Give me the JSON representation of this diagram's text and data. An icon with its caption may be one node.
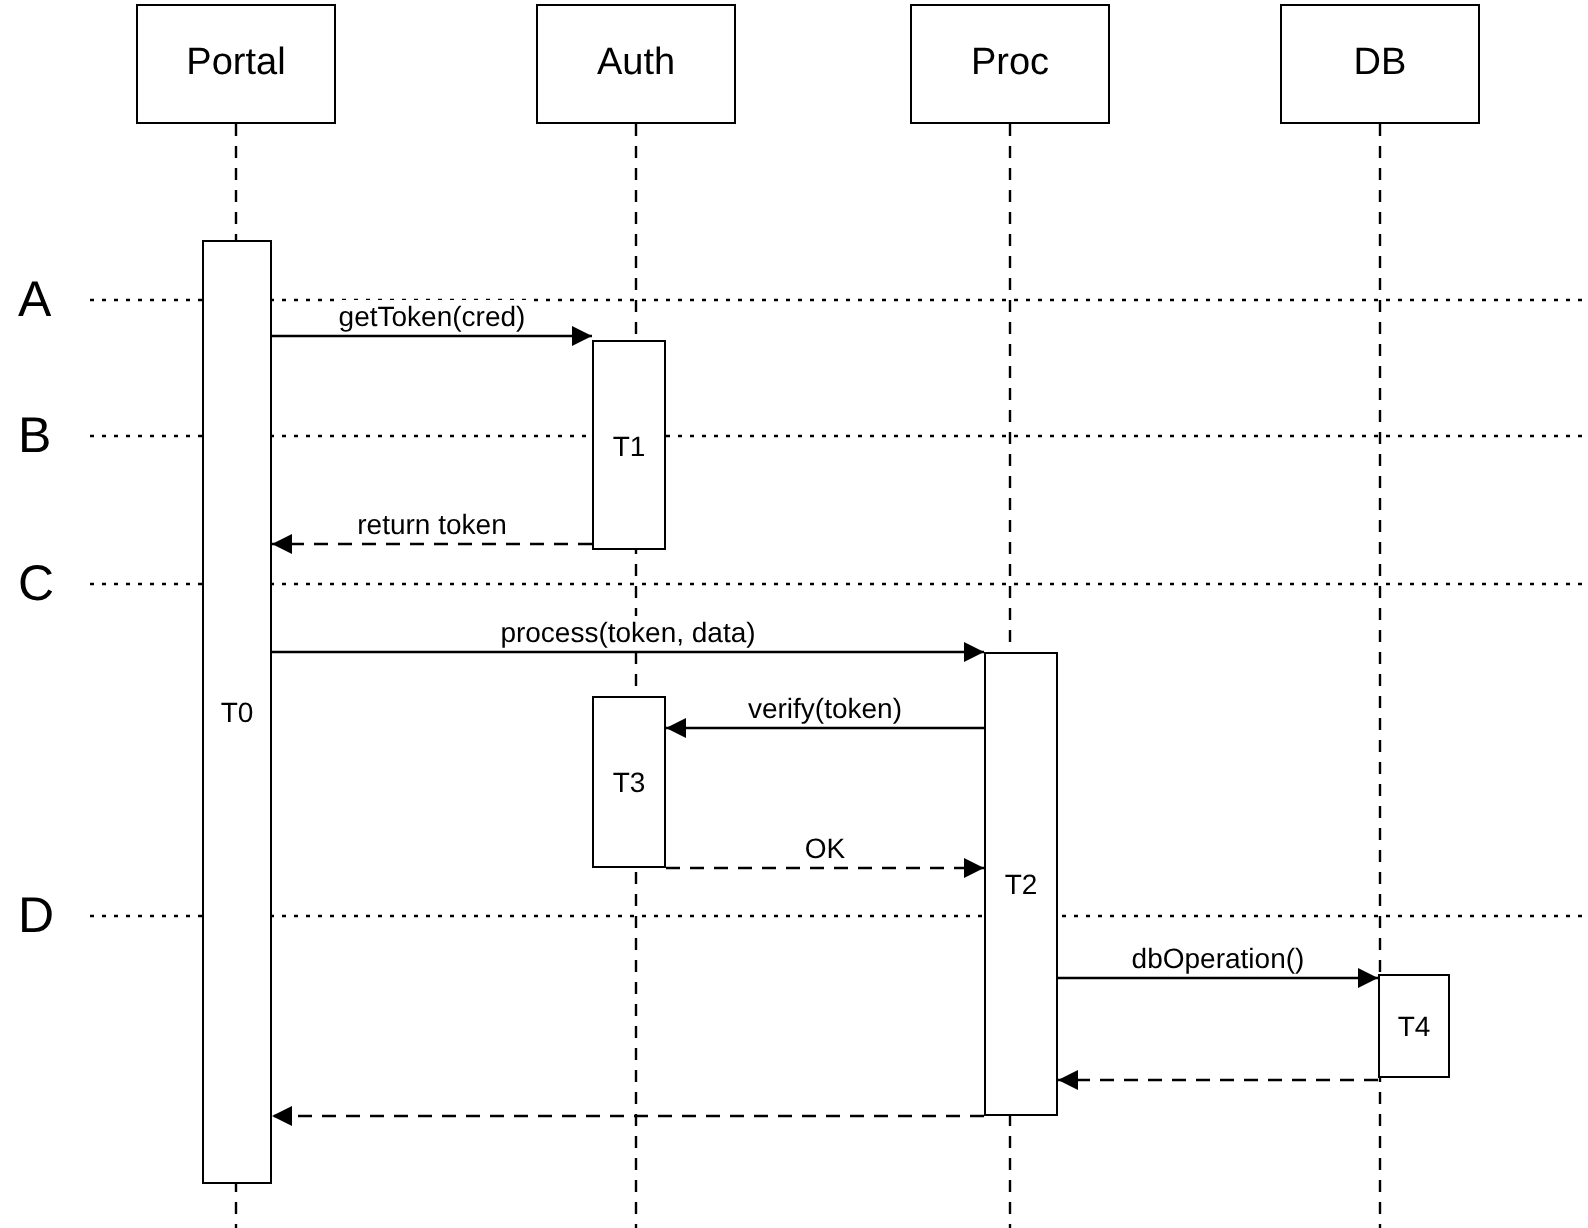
{
  "diagram": {
    "nodes": [
      {
        "text": [
          "Portal"
        ]
      },
      {
        "text": [
          "Auth"
        ]
      },
      {
        "text": [
          "Proc"
        ]
      },
      {
        "text": [
          "DB"
        ]
      },
      {
        "text": [
          "T0"
        ]
      },
      {
        "text": [
          "T1"
        ]
      },
      {
        "text": [
          "T2"
        ]
      },
      {
        "text": [
          "T3"
        ]
      },
      {
        "text": [
          "T4"
        ]
      }
    ],
    "edges": [
      {
        "from": 4,
        "to": 5,
        "arrow": "to",
        "label": "getToken(cred)"
      },
      {
        "from": 5,
        "to": 4,
        "arrow": "to",
        "label": "return token",
        "style": "dashed"
      },
      {
        "from": 4,
        "to": 6,
        "arrow": "to",
        "label": "process(token, data)"
      },
      {
        "from": 6,
        "to": 7,
        "arrow": "to",
        "label": "verify(token)"
      },
      {
        "from": 7,
        "to": 6,
        "arrow": "to",
        "label": "OK",
        "style": "dashed"
      },
      {
        "from": 6,
        "to": 8,
        "arrow": "to",
        "label": "dbOperation()"
      },
      {
        "from": 8,
        "to": 6,
        "arrow": "to",
        "style": "dashed"
      },
      {
        "from": 6,
        "to": 4,
        "arrow": "to",
        "style": "dashed"
      }
    ],
    "labels": [
      "A",
      "B",
      "C",
      "D"
    ]
  }
}
